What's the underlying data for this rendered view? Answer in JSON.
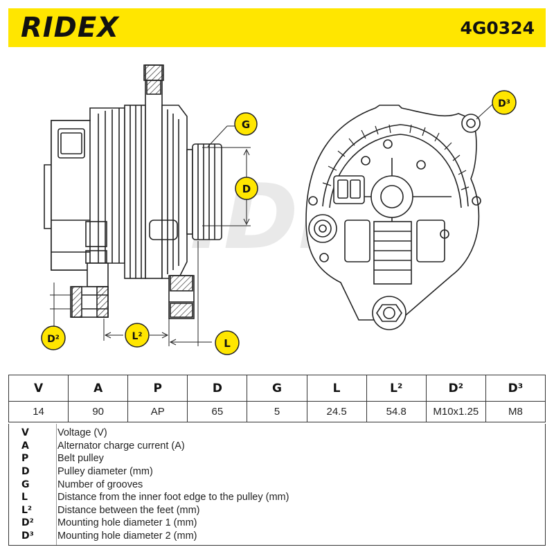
{
  "header": {
    "brand": "RIDEX",
    "part_number": "4G0324",
    "color": "#ffe600"
  },
  "callouts": {
    "g": "G",
    "d": "D",
    "d2": "D²",
    "d3": "D³",
    "l": "L",
    "l2": "L²"
  },
  "watermark": "RIDEX",
  "spec_table": {
    "headers": [
      "V",
      "A",
      "P",
      "D",
      "G",
      "L",
      "L²",
      "D²",
      "D³"
    ],
    "values": [
      "14",
      "90",
      "AP",
      "65",
      "5",
      "24.5",
      "54.8",
      "M10x1.25",
      "M8"
    ]
  },
  "legend": [
    {
      "code": "V",
      "desc": "Voltage (V)"
    },
    {
      "code": "A",
      "desc": "Alternator charge current (A)"
    },
    {
      "code": "P",
      "desc": "Belt pulley"
    },
    {
      "code": "D",
      "desc": "Pulley diameter (mm)"
    },
    {
      "code": "G",
      "desc": "Number of grooves"
    },
    {
      "code": "L",
      "desc": "Distance from the inner foot edge to the pulley (mm)"
    },
    {
      "code": "L²",
      "desc": "Distance between the feet (mm)"
    },
    {
      "code": "D²",
      "desc": "Mounting hole diameter 1 (mm)"
    },
    {
      "code": "D³",
      "desc": "Mounting hole diameter 2 (mm)"
    }
  ]
}
